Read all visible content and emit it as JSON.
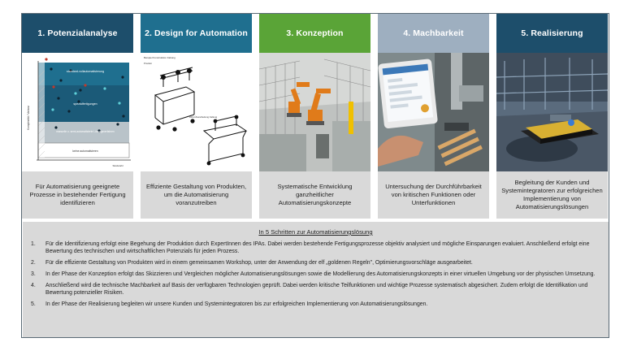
{
  "steps": [
    {
      "title": "1. Potenzialanalyse",
      "color": "#1d4e6b",
      "caption": "Für Automatisierung geeignete Prozesse in bestehender Fertigung identifizieren",
      "chart": {
        "zone1": "standard-vollautomatisierung",
        "zone2": "spezialfertigungen",
        "zone3": "manuelle o. semi-automatisierte Lösungsverfahren",
        "zone4": "keine automatisieren",
        "ylabel": "Komplexität / Varianz",
        "xlabel": "Stückzahl"
      }
    },
    {
      "title": "2. Design for Automation",
      "color": "#1f6f8f",
      "caption": "Effiziente Gestaltung von Produkten, um die Automatisierung voranzutreiben",
      "sketch": {
        "top_title": "Beispiel Konstruktion Faltung",
        "top_note": "Produkt",
        "bottom_title": "DFA-Überarbeitung Faltung"
      }
    },
    {
      "title": "3. Konzeption",
      "color": "#5aa437",
      "caption": "Systematische Entwicklung ganzheitlicher Automatisierungskonzepte"
    },
    {
      "title": "4. Machbarkeit",
      "color": "#9eafc0",
      "caption": "Untersuchung der Durchführbarkeit von kritischen Funktionen oder Unterfunktionen"
    },
    {
      "title": "5. Realisierung",
      "color": "#1d4e6b",
      "caption": "Begleitung der Kunden und Systemintegratoren zur erfolgreichen Implementierung von Automatisierungslösungen"
    }
  ],
  "summary": {
    "title": "In 5 Schritten zur Automatisierungslösung",
    "items": [
      {
        "num": "1.",
        "text": "Für die Identifizierung erfolgt eine Begehung der Produktion durch ExpertInnen des IPAs. Dabei werden bestehende Fertigungsprozesse objektiv analysiert und mögliche Einsparungen evaluiert. Anschließend erfolgt eine Bewertung des technischen und wirtschaftlichen Potenzials für jeden Prozess."
      },
      {
        "num": "2.",
        "text": "Für die effiziente Gestaltung von Produkten wird in einem gemeinsamen Workshop, unter der Anwendung der elf „goldenen Regeln\", Optimierungsvorschläge ausgearbeitet."
      },
      {
        "num": "3.",
        "text": "In der Phase der Konzeption erfolgt das Skizzieren und Vergleichen möglicher Automatisierungslösungen sowie die Modellierung des Automatisierungskonzepts in einer virtuellen Umgebung vor der physischen Umsetzung."
      },
      {
        "num": "4.",
        "text": "Anschließend wird die technische Machbarkeit auf Basis der verfügbaren Technologien geprüft. Dabei werden kritische Teilfunktionen und wichtige Prozesse systematisch abgesichert. Zudem erfolgt die Identifikation und Bewertung potenzieller Risiken."
      },
      {
        "num": "5.",
        "text": "In der Phase der Realisierung  begleiten wir unsere Kunden und Systemintegratoren bis zur erfolgreichen Implementierung von Automatisierungslösungen."
      }
    ]
  }
}
